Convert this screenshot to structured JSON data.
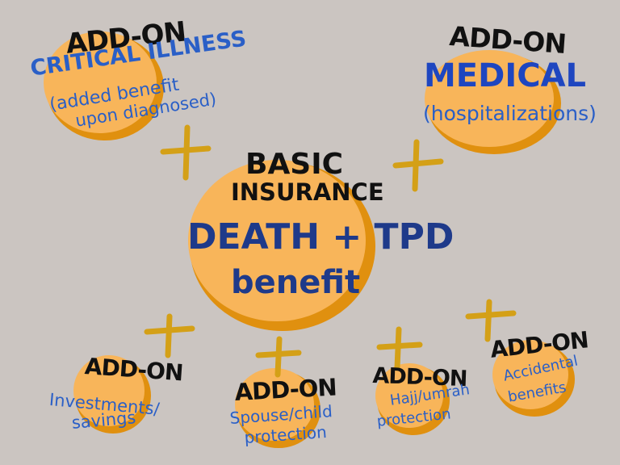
{
  "center": {
    "title_line1": "BASIC",
    "title_line2": "INSURANCE",
    "main_line1": "DEATH + TPD",
    "main_line2": "benefit"
  },
  "addons": [
    {
      "id": "critical-illness",
      "tag": "ADD-ON",
      "title": "CRITICAL ILLNESS",
      "desc_line1": "(added benefit",
      "desc_line2": "upon diagnosed)"
    },
    {
      "id": "medical",
      "tag": "ADD-ON",
      "title": "MEDICAL",
      "desc_line1": "(hospitalizations)"
    },
    {
      "id": "investments",
      "tag": "ADD-ON",
      "desc_line1": "Investments/",
      "desc_line2": "savings"
    },
    {
      "id": "spouse-child",
      "tag": "ADD-ON",
      "desc_line1": "Spouse/child",
      "desc_line2": "protection"
    },
    {
      "id": "hajj-umrah",
      "tag": "ADD-ON",
      "desc_line1": "Hajj/umrah",
      "desc_line2": "protection"
    },
    {
      "id": "accidental",
      "tag": "ADD-ON",
      "desc_line1": "Accidental",
      "desc_line2": "benefits"
    }
  ],
  "plus_symbol": "+",
  "colors": {
    "background": "#cbc5c1",
    "circle_fill": "#f8b55a",
    "circle_shadow": "#e0900f",
    "plus": "#d4a017",
    "text_dark": "#111111",
    "text_blue": "#1e46a0"
  }
}
